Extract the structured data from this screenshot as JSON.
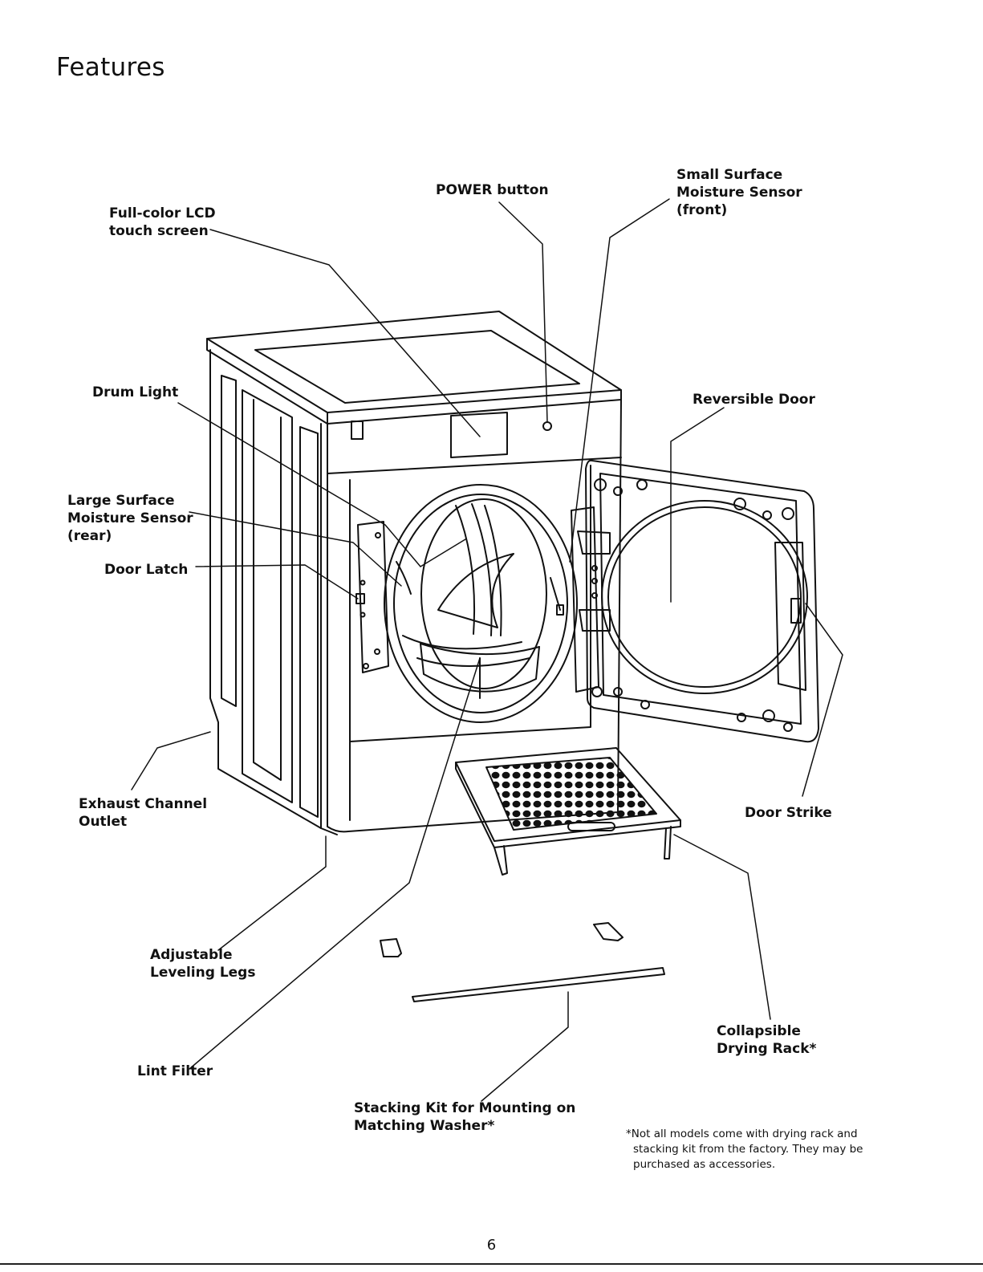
{
  "page": {
    "title": "Features",
    "page_number": "6"
  },
  "labels": {
    "lcd": [
      "Full-color LCD",
      "touch screen"
    ],
    "power": "POWER button",
    "small_sensor": [
      "Small Surface",
      "Moisture Sensor",
      "(front)"
    ],
    "drum_light": "Drum Light",
    "reversible_door": "Reversible Door",
    "large_sensor": [
      "Large Surface",
      "Moisture Sensor",
      "(rear)"
    ],
    "door_latch": "Door Latch",
    "exhaust": [
      "Exhaust Channel",
      "Outlet"
    ],
    "door_strike": "Door Strike",
    "legs": [
      "Adjustable",
      "Leveling Legs"
    ],
    "lint_filter": "Lint Filter",
    "stacking_kit": [
      "Stacking Kit for Mounting on",
      "Matching Washer*"
    ],
    "drying_rack": [
      "Collapsible",
      "Drying Rack*"
    ]
  },
  "footnote": [
    "*Not all models come with drying rack and",
    "stacking kit from the factory. They may be",
    "purchased as accessories."
  ]
}
